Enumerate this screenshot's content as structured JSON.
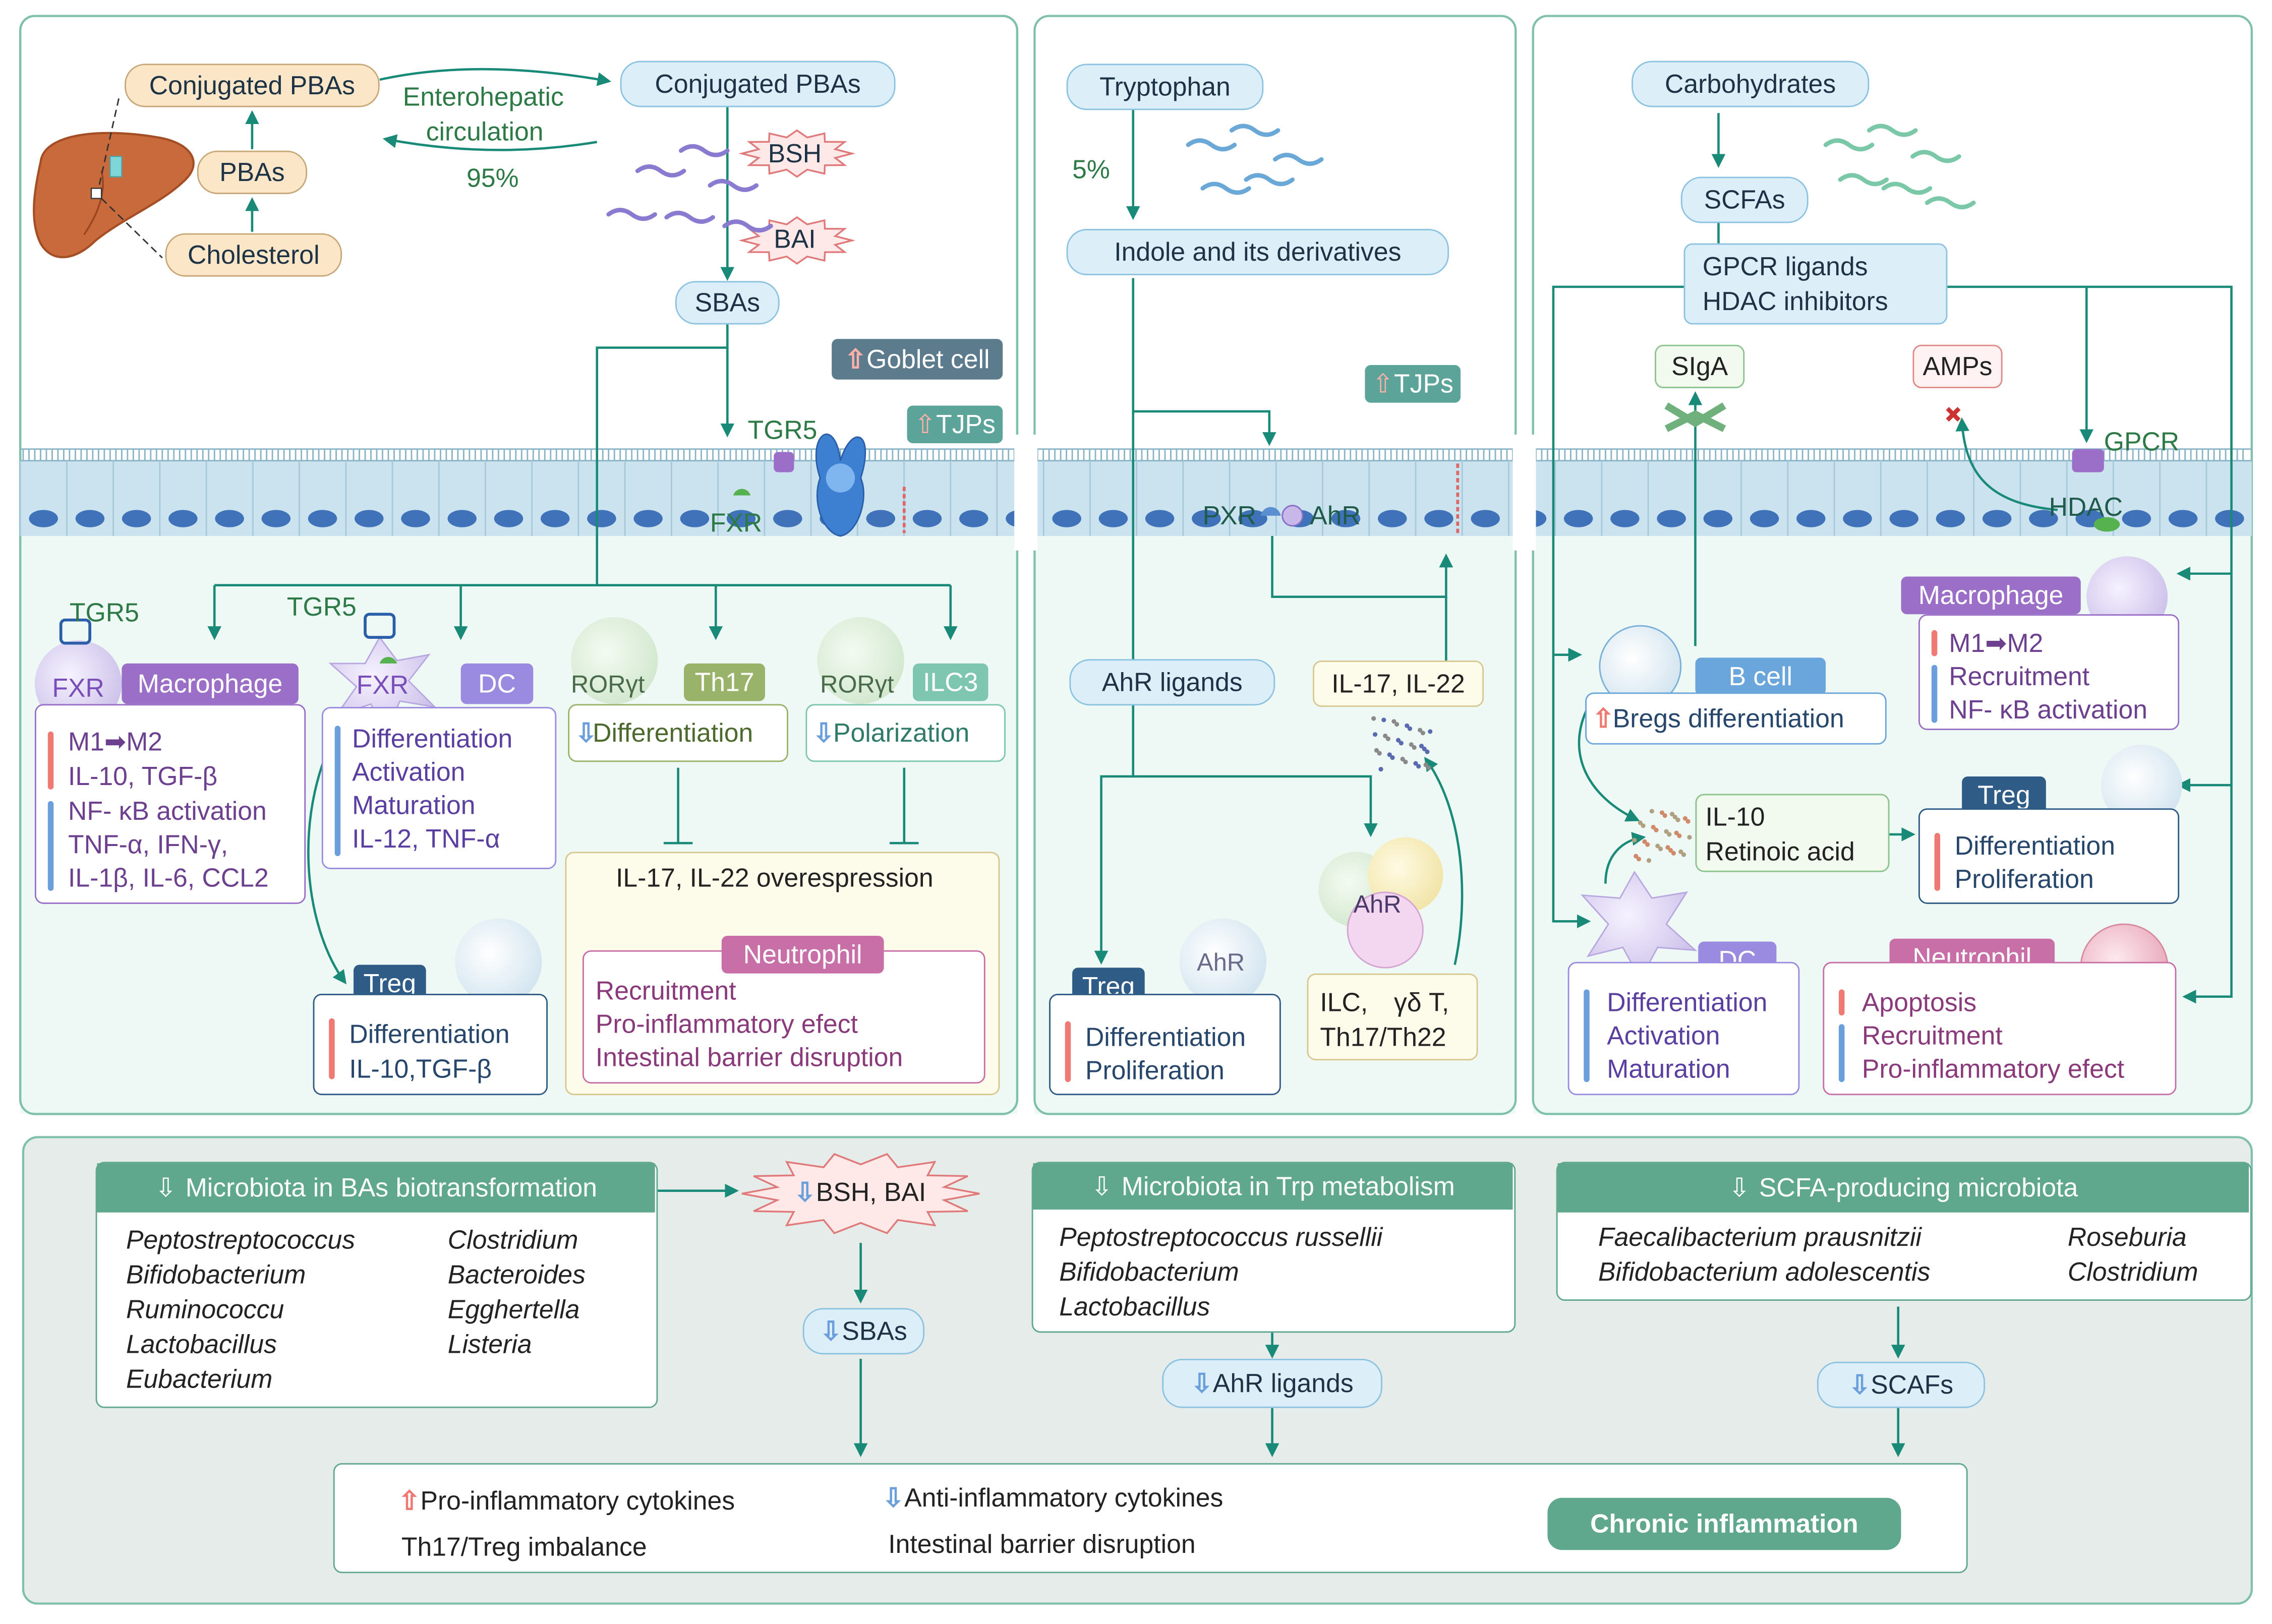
{
  "colors": {
    "panel_fill": "#eef8f5",
    "panel_border": "#7fc0ab",
    "arrow": "#1a8a78",
    "up_arrow": "#ee7a73",
    "down_arrow": "#6a9fdc",
    "header_green": "#5fa88d",
    "macrophage": "#9b6fc8",
    "dc": "#9b8be0",
    "th17": "#9ab36a",
    "ilc3": "#7fc6b0",
    "treg": "#2f5c86",
    "neutrophil": "#c76fa6",
    "bcell": "#6aa6dc",
    "goblet_tag": "#5c7b8d",
    "tjps_tag": "#5ca39a",
    "sloc": "#ffe8e8"
  },
  "panel1": {
    "liver_pathway": {
      "top": "Conjugated PBAs",
      "middle": "PBAs",
      "bottom": "Cholesterol"
    },
    "enterohepatic": "Enterohepatic\ncirculation",
    "enterohepatic_line1": "Enterohepatic",
    "enterohepatic_line2": "circulation",
    "percent": "95%",
    "conjugated_gut": "Conjugated PBAs",
    "bsh": "BSH",
    "bai": "BAI",
    "sbas": "SBAs",
    "goblet": "Goblet cell",
    "tjps": "TJPs",
    "tgr5_epi": "TGR5",
    "fxr_epi": "FXR",
    "macrophage": {
      "receptor1": "TGR5",
      "receptor2": "FXR",
      "title": "Macrophage",
      "up_lines": [
        "M1➡M2",
        "IL-10, TGF-β"
      ],
      "down_lines": [
        "NF- κB activation",
        "TNF-α, IFN-γ,",
        "IL-1β, IL-6, CCL2"
      ]
    },
    "dc": {
      "receptor1": "TGR5",
      "receptor2": "FXR",
      "title": "DC",
      "down_lines": [
        "Differentiation",
        "Activation",
        "Maturation",
        "IL-12, TNF-α"
      ]
    },
    "th17": {
      "tf": "RORγt",
      "title": "Th17",
      "line": "Differentiation"
    },
    "ilc3": {
      "tf": "RORγt",
      "title": "ILC3",
      "line": "Polarization"
    },
    "treg": {
      "title": "Treg",
      "up_lines": [
        "Differentiation",
        "IL-10,TGF-β"
      ]
    },
    "overexpression": "IL-17, IL-22 overespression",
    "neutrophil": {
      "title": "Neutrophil",
      "lines": [
        "Recruitment",
        "Pro-inflammatory efect",
        "Intestinal barrier disruption"
      ]
    }
  },
  "panel2": {
    "tryptophan": "Tryptophan",
    "percent": "5%",
    "indole": "Indole and its derivatives",
    "tjps": "TJPs",
    "pxr": "PXR",
    "ahr_epi": "AhR",
    "ahr_ligands": "AhR ligands",
    "il17_il22": "IL-17, IL-22",
    "ahr_cells": "AhR",
    "ilc_lines": [
      "ILC,　γδ T,",
      "Th17/Th22"
    ],
    "treg": {
      "receptor": "AhR",
      "title": "Treg",
      "up_lines": [
        "Differentiation",
        "Proliferation"
      ]
    }
  },
  "panel3": {
    "carbohydrates": "Carbohydrates",
    "scfas": "SCFAs",
    "gpcr_line1": "GPCR ligands",
    "gpcr_line2": "HDAC inhibitors",
    "siga": "SIgA",
    "amps": "AMPs",
    "gpcr": "GPCR",
    "hdac": "HDAC",
    "macrophage": {
      "title": "Macrophage",
      "up_lines": [
        "M1➡M2"
      ],
      "down_lines": [
        "Recruitment",
        "NF- κB activation"
      ]
    },
    "bcell": {
      "title": "B cell",
      "up_line": "Bregs differentiation"
    },
    "il10_retinoic": [
      "IL-10",
      "Retinoic acid"
    ],
    "treg": {
      "title": "Treg",
      "up_lines": [
        "Differentiation",
        "Proliferation"
      ]
    },
    "dc": {
      "title": "DC",
      "down_lines": [
        "Differentiation",
        "Activation",
        "Maturation"
      ]
    },
    "neutrophil": {
      "title": "Neutrophil",
      "up_lines": [
        "Apoptosis"
      ],
      "down_lines": [
        "Recruitment",
        "Pro-inflammatory efect"
      ]
    }
  },
  "bottom": {
    "ba_header": "Microbiota in BAs biotransformation",
    "ba_col1": [
      "Peptostreptococcus",
      "Bifidobacterium",
      "Ruminococcu",
      "Lactobacillus",
      "Eubacterium"
    ],
    "ba_col2": [
      "Clostridium",
      "Bacteroides",
      "Egghertella",
      "Listeria"
    ],
    "bsh_bai": "BSH, BAI",
    "sbas": "SBAs",
    "trp_header": "Microbiota in Trp metabolism",
    "trp_list": [
      "Peptostreptococcus russellii",
      "Bifidobacterium",
      "Lactobacillus"
    ],
    "ahr_ligands": "AhR ligands",
    "scfa_header": "SCFA-producing microbiota",
    "scfa_col1": [
      "Faecalibacterium prausnitzii",
      "Bifidobacterium adolescentis"
    ],
    "scfa_col2": [
      "Roseburia",
      "Clostridium"
    ],
    "scafs": "SCAFs",
    "outcome_up": "Pro-inflammatory cytokines",
    "outcome_down": "Anti-inflammatory cytokines",
    "outcome_th17": "Th17/Treg imbalance",
    "outcome_barrier": "Intestinal barrier disruption",
    "chronic": "Chronic inflammation"
  }
}
